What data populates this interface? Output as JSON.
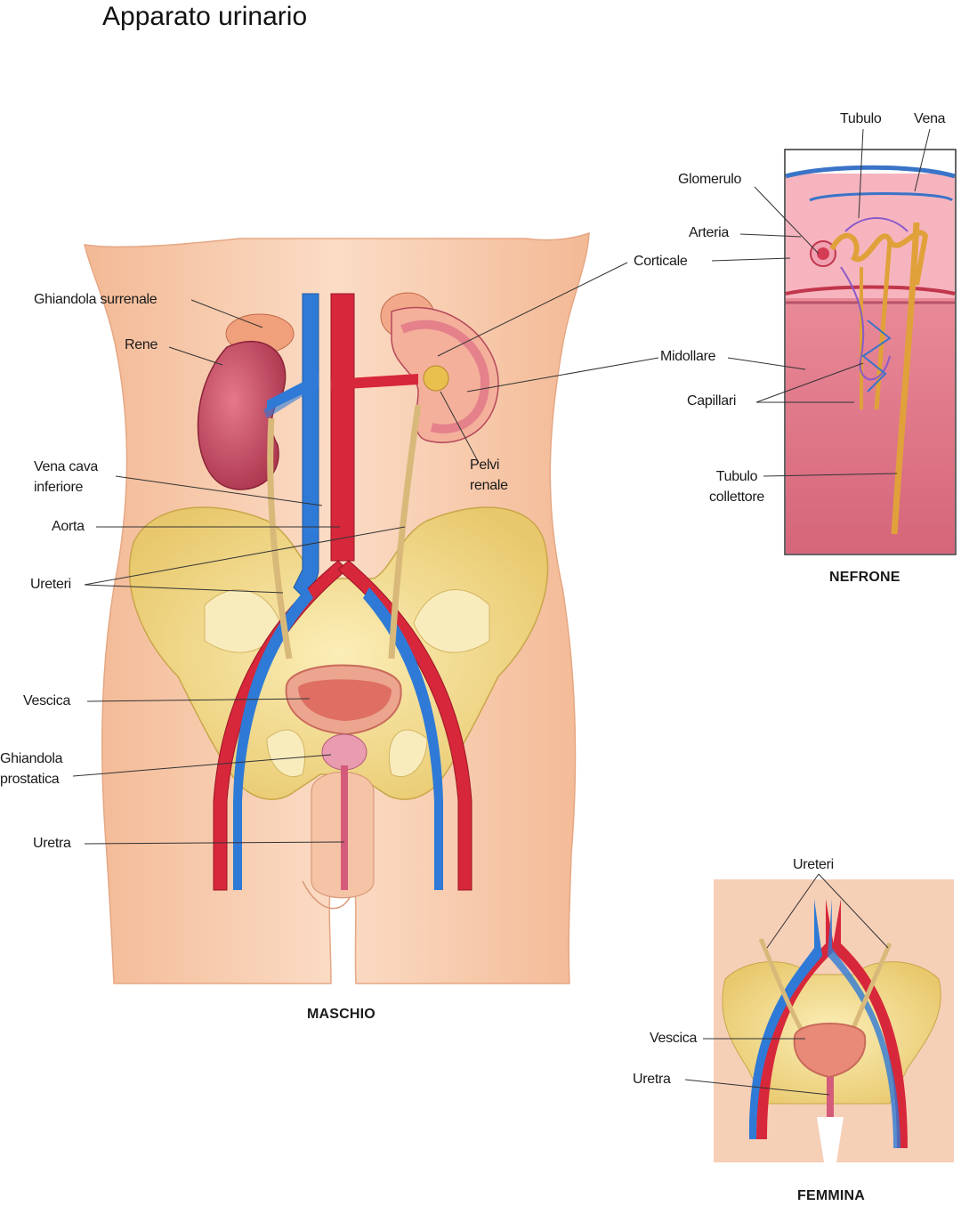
{
  "title": "Apparato urinario",
  "male": {
    "caption": "MASCHIO",
    "labels": {
      "ghiandola_surrenale": "Ghiandola surrenale",
      "rene": "Rene",
      "vena_cava": "Vena cava\ninferiore",
      "aorta": "Aorta",
      "ureteri": "Ureteri",
      "vescica": "Vescica",
      "ghiandola_prostatica": "Ghiandola\nprostatica",
      "uretra": "Uretra",
      "pelvi_renale": "Pelvi\nrenale",
      "corticale": "Corticale",
      "midollare": "Midollare"
    }
  },
  "nephron": {
    "caption": "NEFRONE",
    "labels": {
      "tubulo": "Tubulo",
      "vena": "Vena",
      "glomerulo": "Glomerulo",
      "arteria": "Arteria",
      "capillari": "Capillari",
      "tubulo_collettore": "Tubulo\ncollettore"
    }
  },
  "female": {
    "caption": "FEMMINA",
    "labels": {
      "ureteri": "Ureteri",
      "vescica": "Vescica",
      "uretra": "Uretra"
    }
  },
  "colors": {
    "skin": "#f6c9a8",
    "bone": "#f1dc8e",
    "artery": "#d7273a",
    "vein": "#2f7ad6",
    "kidney": "#c74a5f",
    "ureter": "#d9b97a",
    "medulla": "#e07a8a"
  }
}
